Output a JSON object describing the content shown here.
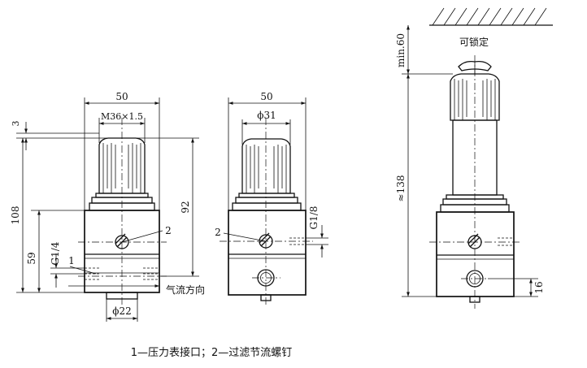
{
  "dims": {
    "front_width": "50",
    "front_thread": "M36×1.5",
    "front_top_gap": "3",
    "front_total_height": "108",
    "front_port_height": "59",
    "front_port_thread": "G1/4",
    "front_right_height": "92",
    "front_bottom_dia": "ϕ22",
    "mid_width": "50",
    "mid_knob_dia": "ϕ31",
    "mid_port_thread": "G1/8",
    "right_min_clear": "min.60",
    "right_lockable": "可锁定",
    "right_total_height": "≈138",
    "right_bottom": "16"
  },
  "callouts": {
    "gauge_port": "1",
    "filter_screw_front": "2",
    "filter_screw_mid": "2"
  },
  "flow_label": "气流方向",
  "caption": "1—压力表接口；2—过滤节流螺钉",
  "colors": {
    "line": "#111111",
    "background": "#ffffff"
  }
}
